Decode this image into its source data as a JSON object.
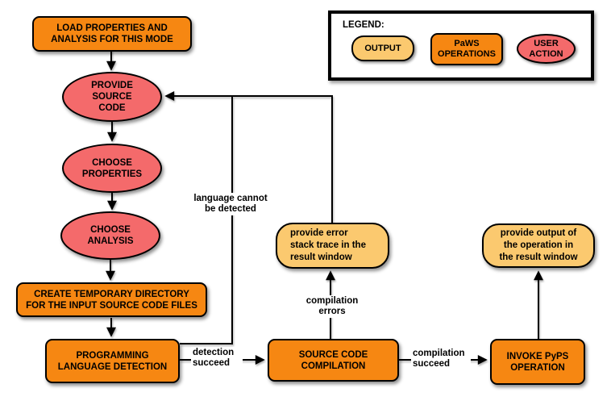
{
  "legend": {
    "title": "LEGEND:",
    "items": [
      {
        "label": "OUTPUT",
        "type": "output"
      },
      {
        "label": "PaWS\nOPERATIONS",
        "type": "paws-operation"
      },
      {
        "label": "USER\nACTION",
        "type": "user-action"
      }
    ]
  },
  "nodes": {
    "load_properties": {
      "label": "LOAD PROPERTIES AND\nANALYSIS FOR THIS MODE",
      "type": "paws-operation"
    },
    "provide_source_code": {
      "label": "PROVIDE\nSOURCE\nCODE",
      "type": "user-action"
    },
    "choose_properties": {
      "label": "CHOOSE\nPROPERTIES",
      "type": "user-action"
    },
    "choose_analysis": {
      "label": "CHOOSE\nANALYSIS",
      "type": "user-action"
    },
    "create_temp_dir": {
      "label": "CREATE TEMPORARY DIRECTORY\nFOR THE INPUT SOURCE CODE FILES",
      "type": "paws-operation"
    },
    "prog_lang_detection": {
      "label": "PROGRAMMING\nLANGUAGE DETECTION",
      "type": "paws-operation"
    },
    "source_code_compilation": {
      "label": "SOURCE CODE\nCOMPILATION",
      "type": "paws-operation"
    },
    "invoke_pyps": {
      "label": "INVOKE PyPS\nOPERATION",
      "type": "paws-operation"
    },
    "provide_error_stack": {
      "label": "provide error\nstack trace in the\nresult window",
      "type": "output"
    },
    "provide_output": {
      "label": "provide output of\nthe operation in\nthe result window",
      "type": "output"
    }
  },
  "edge_labels": {
    "language_cannot": "language cannot\nbe detected",
    "detection_succeed": "detection\nsucceed",
    "compilation_errors": "compilation\nerrors",
    "compilation_succeed": "compilation\nsucceed"
  },
  "colors": {
    "paws_operation": "#F68712",
    "user_action": "#F46A6B",
    "output": "#FBC96F",
    "line": "#000000",
    "background": "#FFFFFF"
  }
}
